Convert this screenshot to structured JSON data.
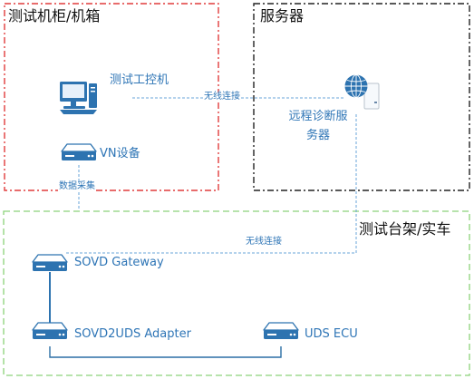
{
  "colors": {
    "red_box": "#e03c3c",
    "dark_box": "#222222",
    "green_box": "#8cd27a",
    "link_line": "#6aa5d8",
    "wire_line": "#2c6fa6",
    "device_fill": "#2d73b0",
    "label_blue": "#2e75b6"
  },
  "groups": {
    "rack": {
      "title": "测试机柜/机箱"
    },
    "server": {
      "title": "服务器"
    },
    "bench": {
      "title": "测试台架/实车"
    }
  },
  "nodes": {
    "pc": {
      "label": "测试工控机",
      "icon": "computer-icon"
    },
    "vn": {
      "label": "VN设备",
      "icon": "network-device-icon"
    },
    "remote": {
      "label_line1": "远程诊断服",
      "label_line2": "务器",
      "icon": "globe-server-icon"
    },
    "gateway": {
      "label": "SOVD Gateway",
      "icon": "network-device-icon"
    },
    "adapter": {
      "label": "SOVD2UDS Adapter",
      "icon": "network-device-icon"
    },
    "ecu": {
      "label": "UDS ECU",
      "icon": "network-device-icon"
    }
  },
  "edges": {
    "pc_remote": {
      "label": "无线连接"
    },
    "vn_bench": {
      "label": "数据采集"
    },
    "remote_gateway": {
      "label": "无线连接"
    }
  }
}
